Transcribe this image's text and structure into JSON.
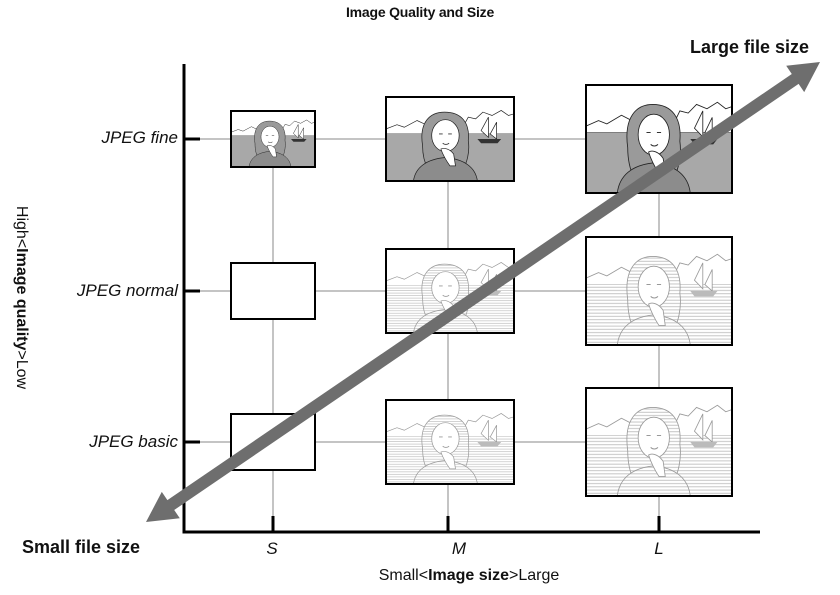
{
  "title": "Image Quality and Size",
  "large_file_size_label": "Large file size",
  "small_file_size_label": "Small file size",
  "quality_rows": [
    "JPEG fine",
    "JPEG normal",
    "JPEG basic"
  ],
  "size_columns": [
    "S",
    "M",
    "L"
  ],
  "x_axis": {
    "left": "Small",
    "lt": "<",
    "emph": "Image size",
    "gt": ">",
    "right": "Large"
  },
  "y_axis": {
    "left": "High",
    "lt": "<",
    "emph": "Image quality",
    "gt": ">",
    "right": "Low"
  },
  "colors": {
    "arrow": "#6e6e6e",
    "grid": "#c4c4c4",
    "sky": "#ffffff",
    "water": "#a8a8a8",
    "axis": "#000000"
  },
  "thumbnails": [
    {
      "row": 0,
      "col": 0,
      "style": "fine"
    },
    {
      "row": 0,
      "col": 1,
      "style": "fine"
    },
    {
      "row": 0,
      "col": 2,
      "style": "fine"
    },
    {
      "row": 1,
      "col": 0,
      "style": "blank"
    },
    {
      "row": 1,
      "col": 1,
      "style": "light"
    },
    {
      "row": 1,
      "col": 2,
      "style": "light"
    },
    {
      "row": 2,
      "col": 0,
      "style": "blank"
    },
    {
      "row": 2,
      "col": 1,
      "style": "light"
    },
    {
      "row": 2,
      "col": 2,
      "style": "light"
    }
  ]
}
